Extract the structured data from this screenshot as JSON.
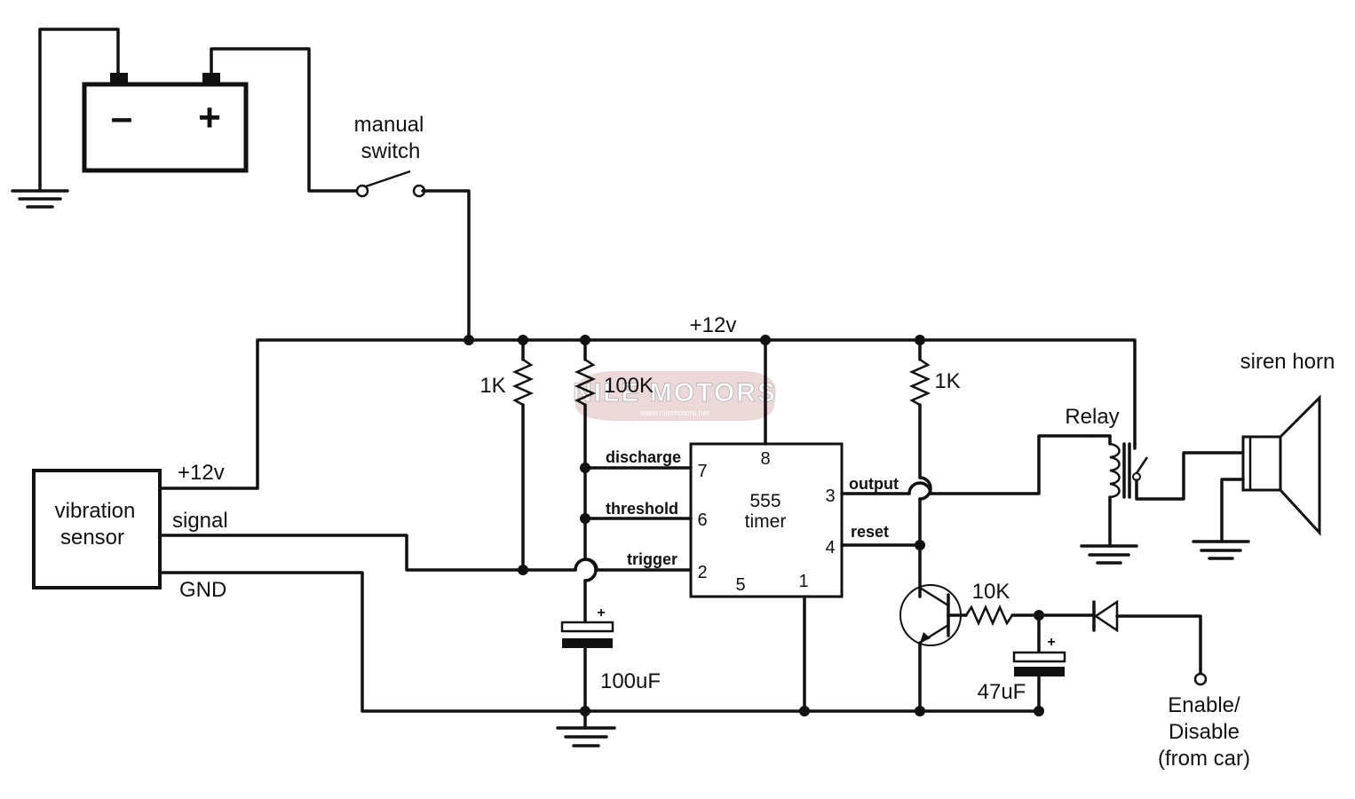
{
  "labels": {
    "manual_switch_line1": "manual",
    "manual_switch_line2": "switch",
    "supply": "+12v",
    "r1": "1K",
    "r2": "100K",
    "r3": "1K",
    "r4": "10K",
    "c1": "100uF",
    "c2": "47uF",
    "c_plus": "+",
    "relay": "Relay",
    "siren": "siren horn",
    "enable_line1": "Enable/",
    "enable_line2": "Disable",
    "enable_line3": "(from car)"
  },
  "battery": {
    "minus": "–",
    "plus": "+"
  },
  "sensor": {
    "name_line1": "vibration",
    "name_line2": "sensor",
    "pin_power": "+12v",
    "pin_signal": "signal",
    "pin_gnd": "GND"
  },
  "timer": {
    "name_line1": "555",
    "name_line2": "timer",
    "pins": {
      "p1": "1",
      "p2": "2",
      "p3": "3",
      "p4": "4",
      "p5": "5",
      "p6": "6",
      "p7": "7",
      "p8": "8"
    },
    "pin_labels": {
      "discharge": "discharge",
      "threshold": "threshold",
      "trigger": "trigger",
      "output": "output",
      "reset": "reset"
    }
  },
  "watermark": {
    "text": "NILE MOTORS",
    "sub": "www.nilemotors.net"
  }
}
